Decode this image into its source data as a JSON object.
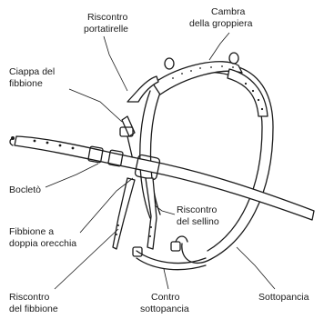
{
  "labels": {
    "riscontro_portatirelle": [
      "Riscontro",
      "portatirelle"
    ],
    "cambra_groppiera": [
      "Cambra",
      "della groppiera"
    ],
    "ciappa_fibbione": [
      "Ciappa del",
      "fibbione"
    ],
    "bocleto": [
      "Bocletò"
    ],
    "riscontro_sellino": [
      "Riscontro",
      "del sellino"
    ],
    "fibbione_doppia": [
      "Fibbione a",
      "doppia orecchia"
    ],
    "riscontro_fibbione": [
      "Riscontro",
      "del fibbione"
    ],
    "contro_sottopancia": [
      "Contro",
      "sottopancia"
    ],
    "sottopancia": [
      "Sottopancia"
    ]
  }
}
